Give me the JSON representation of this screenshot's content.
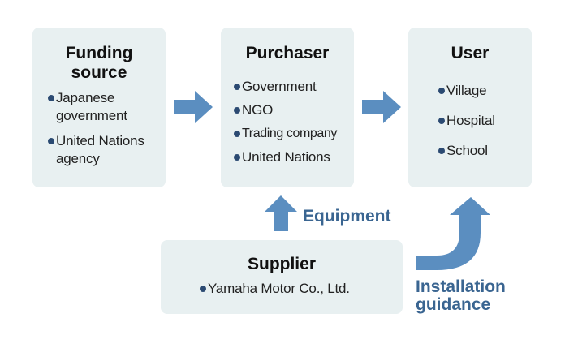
{
  "funding": {
    "title_line1": "Funding",
    "title_line2": "source",
    "items": [
      {
        "line1": "Japanese",
        "line2": "government"
      },
      {
        "line1": "United Nations",
        "line2": "agency"
      }
    ]
  },
  "purchaser": {
    "title": "Purchaser",
    "items": [
      "Government",
      "NGO",
      "Trading company",
      "United Nations"
    ]
  },
  "user": {
    "title": "User",
    "items": [
      "Village",
      "Hospital",
      "School"
    ]
  },
  "supplier": {
    "title": "Supplier",
    "items": [
      "Yamaha Motor Co., Ltd."
    ]
  },
  "labels": {
    "equipment": "Equipment",
    "installation_line1": "Installation",
    "installation_line2": "guidance"
  },
  "colors": {
    "box_fill": "#e8f0f1",
    "arrow": "#5b8ec0",
    "label": "#3a6591",
    "bullet": "#2b4a72"
  }
}
